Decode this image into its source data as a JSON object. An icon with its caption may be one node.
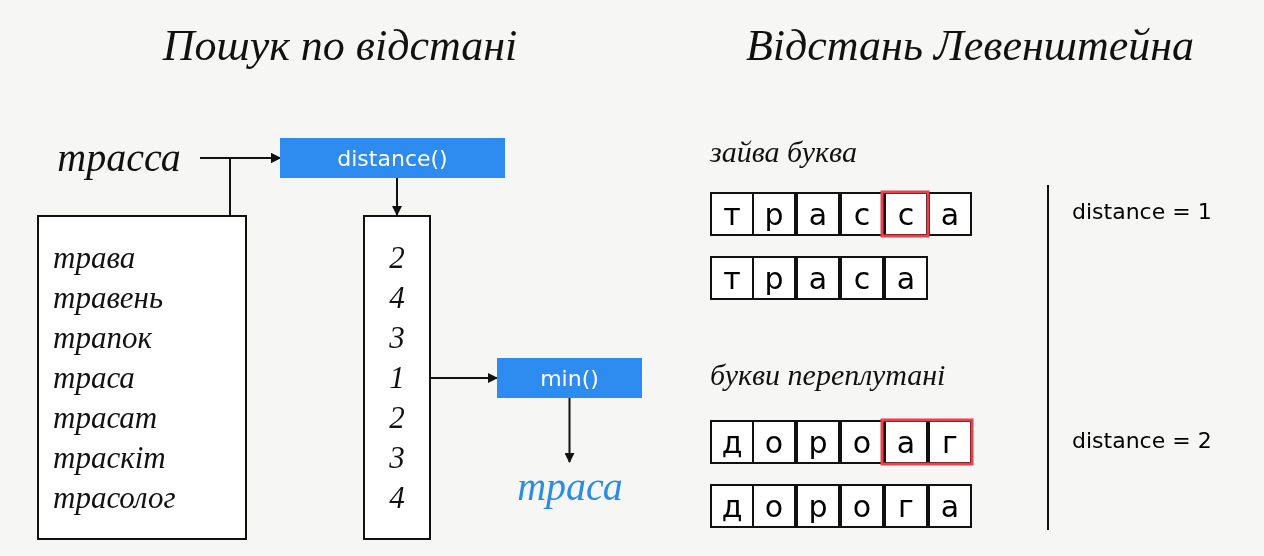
{
  "diagram": {
    "nodes": [
      {
        "text": [
          "трасса"
        ]
      },
      {
        "text": [
          "distance()"
        ]
      },
      {
        "text": [
          "трава",
          "травень",
          "трапок",
          "траса",
          "трасат",
          "траскіт",
          "трасолог"
        ]
      },
      {
        "text": [
          "2",
          "4",
          "3",
          "1",
          "2",
          "3",
          "4"
        ]
      },
      {
        "text": [
          "min()"
        ]
      },
      {
        "text": [
          "траса"
        ]
      }
    ],
    "edges": [
      {
        "from": 0,
        "to": 1,
        "arrow": "to"
      },
      {
        "from": 2,
        "to": 1,
        "arrow": "to"
      },
      {
        "from": 1,
        "to": 3,
        "arrow": "to"
      },
      {
        "from": 3,
        "to": 4,
        "arrow": "to"
      },
      {
        "from": 4,
        "to": 5,
        "arrow": "to"
      }
    ],
    "labels": [
      "Пошук по відстані",
      "Відстань Левенштейна",
      "зайва буква",
      "т",
      "р",
      "а",
      "с",
      "с",
      "а",
      "distance = 1",
      "т",
      "р",
      "а",
      "с",
      "а",
      "букви переплутані",
      "д",
      "о",
      "р",
      "о",
      "а",
      "г",
      "distance = 2",
      "д",
      "о",
      "р",
      "о",
      "г",
      "а"
    ]
  }
}
